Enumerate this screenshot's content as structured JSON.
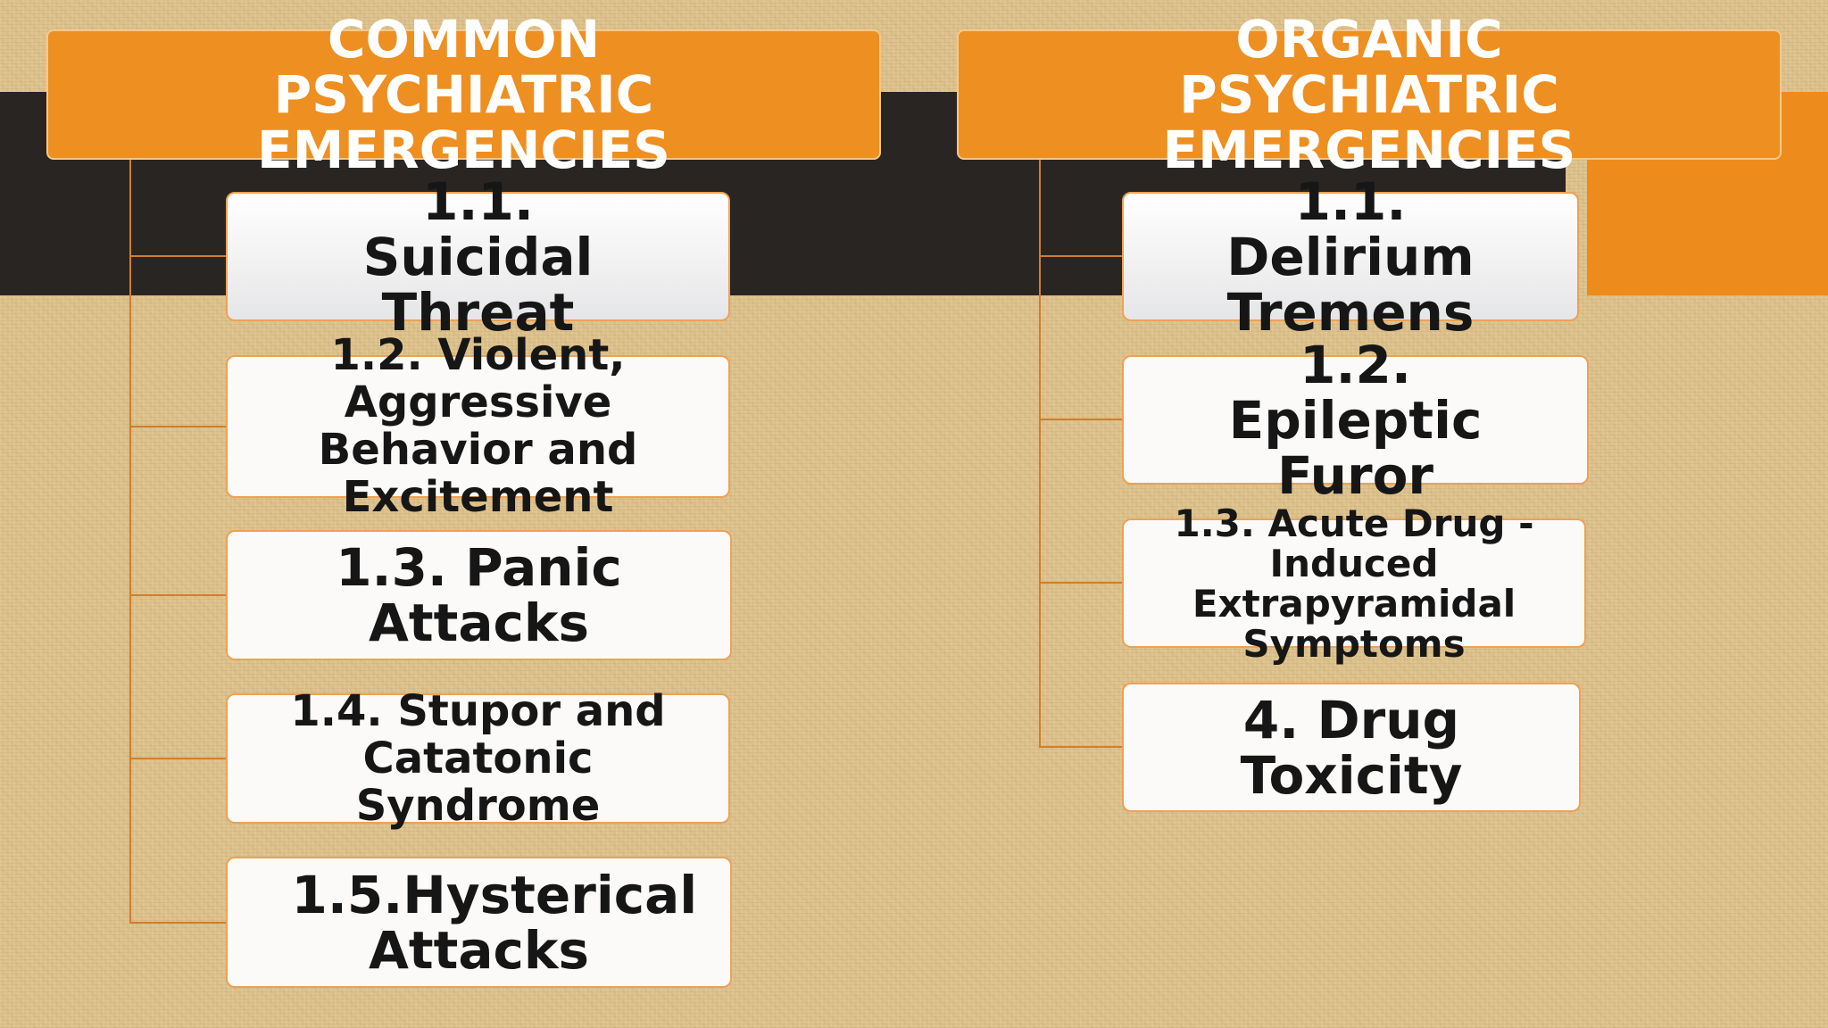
{
  "columns": [
    {
      "header": "COMMON PSYCHIATRIC EMERGENCIES",
      "items": [
        "1.1. Suicidal Threat",
        "1.2. Violent, Aggressive Behavior and Excitement",
        "1.3. Panic Attacks",
        "1.4. Stupor and Catatonic Syndrome",
        "1.5.Hysterical Attacks"
      ]
    },
    {
      "header": "ORGANIC PSYCHIATRIC EMERGENCIES",
      "items": [
        "1.1. Delirium Tremens",
        "1.2. Epileptic Furor",
        "1.3. Acute Drug - Induced Extrapyramidal Symptoms",
        "4. Drug Toxicity"
      ]
    }
  ],
  "colors": {
    "header_fill": "#ee8f21",
    "band_dark": "#282523",
    "accent_orange": "#ee8b1d",
    "connector": "#cf7f2b"
  }
}
